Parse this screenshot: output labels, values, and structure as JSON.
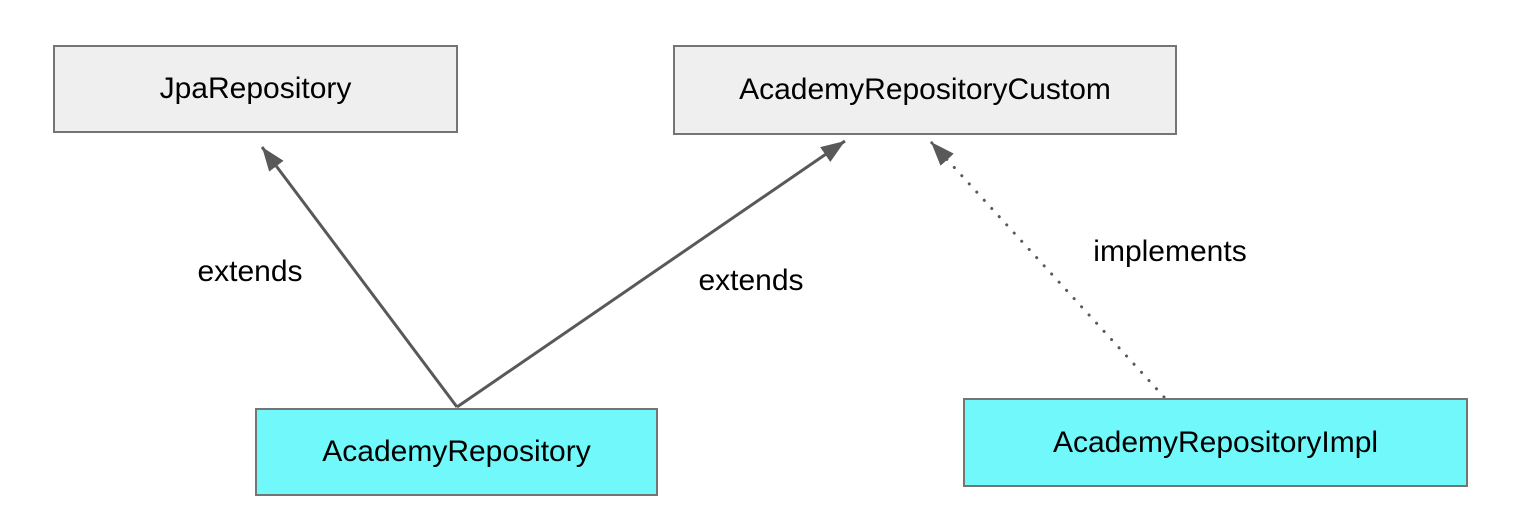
{
  "diagram": {
    "description": "Spring Data JPA custom repository class diagram",
    "nodes": [
      {
        "id": "jpa-repository",
        "label": "JpaRepository",
        "kind": "interface",
        "fill": "#efefef"
      },
      {
        "id": "academy-repository-custom",
        "label": "AcademyRepositoryCustom",
        "kind": "interface",
        "fill": "#efefef"
      },
      {
        "id": "academy-repository",
        "label": "AcademyRepository",
        "kind": "interface",
        "fill": "#71f8fa"
      },
      {
        "id": "academy-repository-impl",
        "label": "AcademyRepositoryImpl",
        "kind": "implementation",
        "fill": "#71f8fa"
      }
    ],
    "edges": [
      {
        "from": "AcademyRepository",
        "to": "JpaRepository",
        "label": "extends",
        "style": "solid"
      },
      {
        "from": "AcademyRepository",
        "to": "AcademyRepositoryCustom",
        "label": "extends",
        "style": "solid"
      },
      {
        "from": "AcademyRepositoryImpl",
        "to": "AcademyRepositoryCustom",
        "label": "implements",
        "style": "dotted"
      }
    ],
    "colors": {
      "background": "#ffffff",
      "gray_box_fill": "#efefef",
      "cyan_box_fill": "#71f8fa",
      "box_border": "#757575",
      "line": "#595959",
      "text": "#000000"
    }
  }
}
